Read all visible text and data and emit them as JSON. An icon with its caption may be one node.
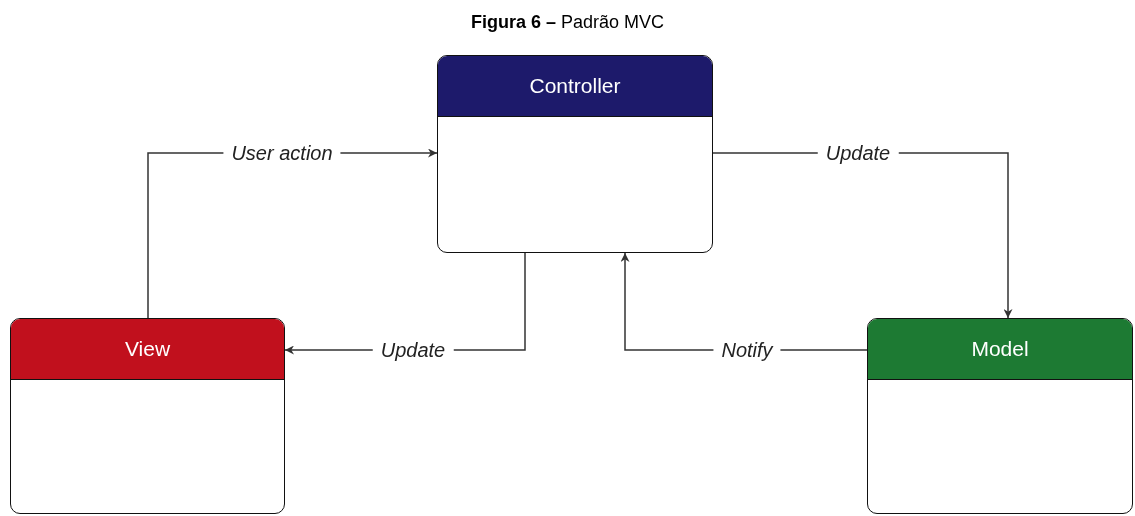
{
  "diagram": {
    "title": "**Figura 6 –** Padrão MVC",
    "nodes": [
      {
        "text": [
          "Controller"
        ]
      },
      {
        "text": [
          "View"
        ]
      },
      {
        "text": [
          "Model"
        ]
      }
    ],
    "edges": [
      {
        "from": 1,
        "to": 0,
        "arrow": "to",
        "label": "User action"
      },
      {
        "from": 0,
        "to": 2,
        "arrow": "to",
        "label": "Update"
      },
      {
        "from": 0,
        "to": 1,
        "arrow": "to",
        "label": "Update"
      },
      {
        "from": 2,
        "to": 0,
        "arrow": "to",
        "label": "Notify"
      }
    ]
  }
}
